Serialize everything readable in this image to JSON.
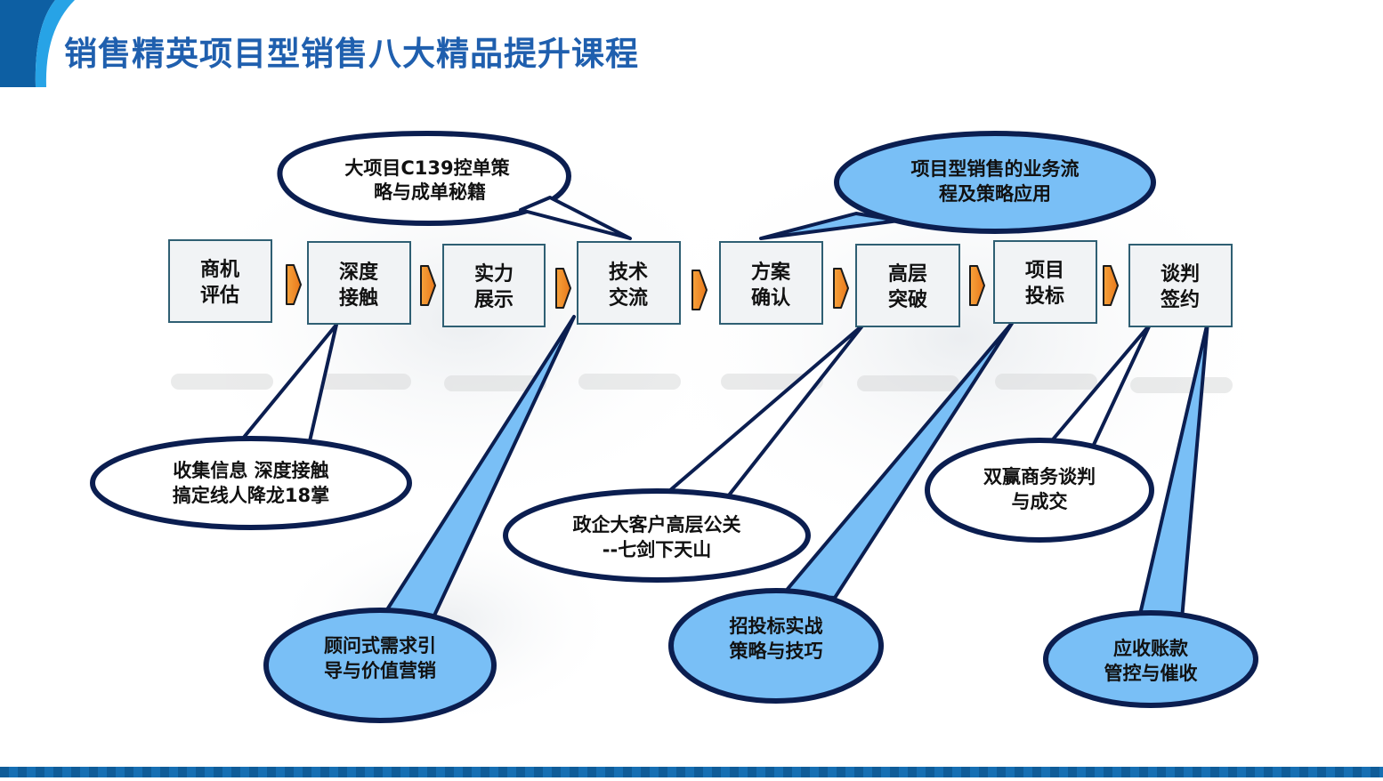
{
  "title": "销售精英项目型销售八大精品提升课程",
  "colors": {
    "title": "#1f5fae",
    "box_fill": "#f1f3f5",
    "box_border": "#2f5f73",
    "arrow": "#f28a1e",
    "bubble_blue": "#79bff6",
    "bubble_white": "#ffffff",
    "bubble_outline": "#0b1e50"
  },
  "steps": [
    {
      "line1": "商机",
      "line2": "评估"
    },
    {
      "line1": "深度",
      "line2": "接触"
    },
    {
      "line1": "实力",
      "line2": "展示"
    },
    {
      "line1": "技术",
      "line2": "交流"
    },
    {
      "line1": "方案",
      "line2": "确认"
    },
    {
      "line1": "高层",
      "line2": "突破"
    },
    {
      "line1": "项目",
      "line2": "投标"
    },
    {
      "line1": "谈判",
      "line2": "签约"
    }
  ],
  "courses": [
    {
      "id": "c139",
      "line1": "大项目C139控单策",
      "line2": "略与成单秘籍",
      "style": "white"
    },
    {
      "id": "process",
      "line1": "项目型销售的业务流",
      "line2": "程及策略应用",
      "style": "blue"
    },
    {
      "id": "collect",
      "line1": "收集信息 深度接触",
      "line2": "搞定线人降龙18掌",
      "style": "white"
    },
    {
      "id": "consult",
      "line1": "顾问式需求引",
      "line2": "导与价值营销",
      "style": "blue"
    },
    {
      "id": "gov",
      "line1": "政企大客户高层公关",
      "line2": "--七剑下天山",
      "style": "white"
    },
    {
      "id": "bid",
      "line1": "招投标实战",
      "line2": "策略与技巧",
      "style": "blue"
    },
    {
      "id": "negotiate",
      "line1": "双赢商务谈判",
      "line2": "与成交",
      "style": "white"
    },
    {
      "id": "receivable",
      "line1": "应收账款",
      "line2": "管控与催收",
      "style": "blue"
    }
  ]
}
